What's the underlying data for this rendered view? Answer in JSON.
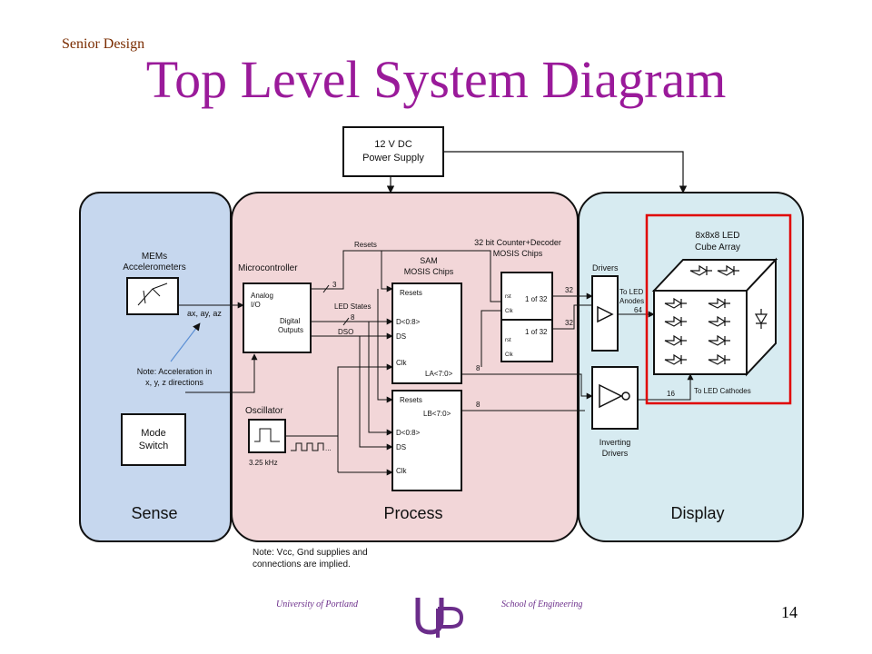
{
  "slide": {
    "header_label": "Senior Design",
    "title": "Top Level System Diagram",
    "page_number": "14"
  },
  "footer": {
    "left": "University of Portland",
    "right": "School of Engineering"
  },
  "colors": {
    "title": "#9a1a9a",
    "sense_panel": "#c6d7ee",
    "process_panel": "#f2d6d8",
    "display_panel": "#d7ebf1",
    "highlight": "#e00000"
  },
  "diagram": {
    "power_supply": "12 V DC Power Supply",
    "power_supply_lines": [
      "12 V DC",
      "Power Supply"
    ],
    "panels": {
      "sense": "Sense",
      "process": "Process",
      "display": "Display"
    },
    "sense": {
      "mems_lines": [
        "MEMs",
        "Accelerometers"
      ],
      "axes_label": "ax, ay, az",
      "note_lines": [
        "Note: Acceleration in",
        "x, y, z directions"
      ],
      "mode_switch_lines": [
        "Mode",
        "Switch"
      ]
    },
    "process": {
      "microcontroller": "Microcontroller",
      "analog_io_lines": [
        "Analog",
        "I/O"
      ],
      "digital_outputs_lines": [
        "Digital",
        "Outputs"
      ],
      "resets": "Resets",
      "led_states": "LED States",
      "dso": "DSO",
      "bus_3": "3",
      "bus_8a": "8",
      "sam_title_lines": [
        "SAM",
        "MOSIS Chips"
      ],
      "counter_title_lines": [
        "32 bit Counter+Decoder",
        "MOSIS Chips"
      ],
      "chip_a_pins": [
        "Resets",
        "D<0:8>",
        "DS",
        "Clk"
      ],
      "chip_a_out": "LA<7:0>",
      "chip_b_pins": [
        "Resets",
        "D<0:8>",
        "DS",
        "Clk"
      ],
      "chip_b_out": "LB<7:0>",
      "decoder_pins": [
        "rst",
        "Clk"
      ],
      "decoder_label": "1 of 32",
      "bus_32a": "32",
      "bus_32b": "32",
      "bus_8b": "8",
      "bus_8c": "8",
      "oscillator": "Oscillator",
      "freq": "3.25 kHz",
      "ellipsis": "..."
    },
    "display": {
      "cube_lines": [
        "8x8x8 LED",
        "Cube Array"
      ],
      "drivers": "Drivers",
      "inverting_drivers_lines": [
        "Inverting",
        "Drivers"
      ],
      "to_anodes_lines": [
        "To LED",
        "Anodes"
      ],
      "bus_64": "64",
      "bus_16": "16",
      "to_cathodes": "To LED Cathodes"
    },
    "supply_note_lines": [
      "Note: Vcc, Gnd supplies and",
      "connections  are implied."
    ]
  }
}
